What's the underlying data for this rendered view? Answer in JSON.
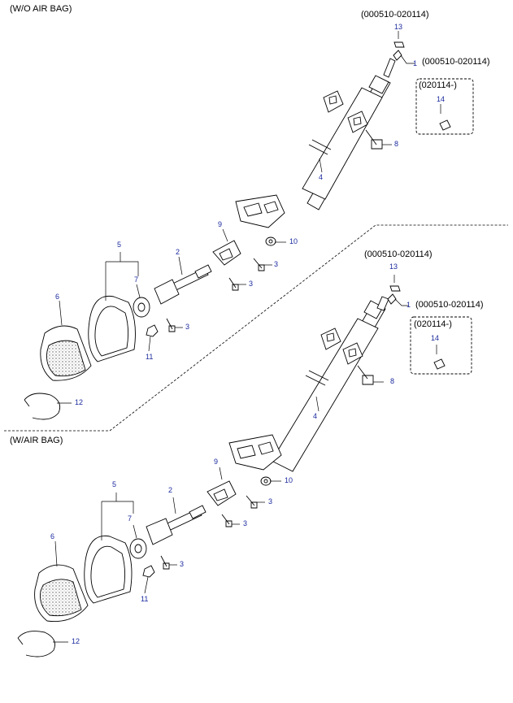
{
  "sections": {
    "top": "(W/O AIR BAG)",
    "bottom": "(W/AIR BAG)"
  },
  "date_ranges": {
    "top_13": "(000510-020114)",
    "top_1": "(000510-020114)",
    "top_14": "(020114-)",
    "bottom_13": "(000510-020114)",
    "bottom_1": "(000510-020114)",
    "bottom_14": "(020114-)"
  },
  "callouts": {
    "top": {
      "p13": "13",
      "p1": "1",
      "p14": "14",
      "p8": "8",
      "p4": "4",
      "p9": "9",
      "p10": "10",
      "p2": "2",
      "p3a": "3",
      "p3b": "3",
      "p3c": "3",
      "p5": "5",
      "p7": "7",
      "p6": "6",
      "p11": "11",
      "p12": "12"
    },
    "bottom": {
      "p13": "13",
      "p1": "1",
      "p14": "14",
      "p8": "8",
      "p4": "4",
      "p9": "9",
      "p10": "10",
      "p2": "2",
      "p3a": "3",
      "p3b": "3",
      "p3c": "3",
      "p5": "5",
      "p7": "7",
      "p6": "6",
      "p11": "11",
      "p12": "12"
    }
  },
  "colors": {
    "callout": "#1b2a9e",
    "line": "#000000"
  }
}
